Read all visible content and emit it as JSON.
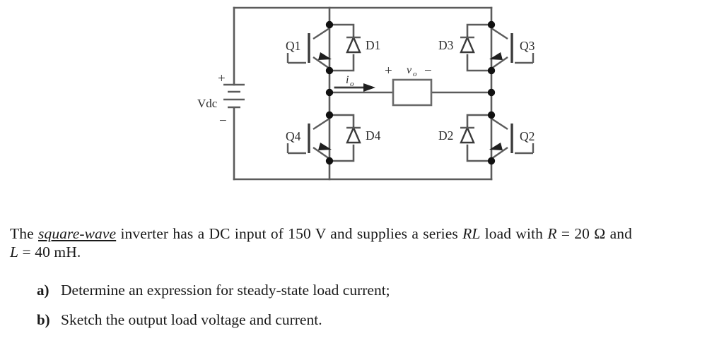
{
  "figure": {
    "title": "full-bridge square-wave inverter schematic",
    "source": {
      "label": "Vdc",
      "plus": "+",
      "minus": "−"
    },
    "switches": [
      {
        "id": "Q1",
        "label": "Q1",
        "position": "top-left"
      },
      {
        "id": "Q4",
        "label": "Q4",
        "position": "bottom-left"
      },
      {
        "id": "Q3",
        "label": "Q3",
        "position": "top-right"
      },
      {
        "id": "Q2",
        "label": "Q2",
        "position": "bottom-right"
      }
    ],
    "diodes": [
      {
        "id": "D1",
        "label": "D1",
        "position": "top-left"
      },
      {
        "id": "D4",
        "label": "D4",
        "position": "bottom-left"
      },
      {
        "id": "D3",
        "label": "D3",
        "position": "top-right"
      },
      {
        "id": "D2",
        "label": "D2",
        "position": "bottom-right"
      }
    ],
    "load": {
      "voltage_symbol": "v",
      "voltage_subscript": "o",
      "polarity_left": "+",
      "polarity_right": "−"
    },
    "current": {
      "symbol": "i",
      "subscript": "o"
    }
  },
  "problem": {
    "statement_part1": "The ",
    "statement_emphasis": "square-wave",
    "statement_part2": " inverter has a DC input of 150 V and supplies a series ",
    "statement_emphasis2": "RL",
    "statement_part3": " load with ",
    "statement_r": "R",
    "statement_r_value": " = 20 Ω and ",
    "statement_l": "L",
    "statement_l_value": " = 40 mH.",
    "full_text": "The square-wave inverter has a DC input of 150 V and supplies a series RL load with R = 20 Ω and L = 40 mH.",
    "dc_input_voltage": "150 V",
    "resistance": "20 Ω",
    "inductance": "40 mH"
  },
  "questions": [
    {
      "marker": "a)",
      "text": "Determine an expression for steady-state load current;"
    },
    {
      "marker": "b)",
      "text": "Sketch the output load voltage and current."
    }
  ],
  "colors": {
    "wire": "#5b5b5b",
    "device": "#3a3a3a",
    "node": "#111111",
    "text": "#1a1a1a",
    "background": "#ffffff"
  }
}
